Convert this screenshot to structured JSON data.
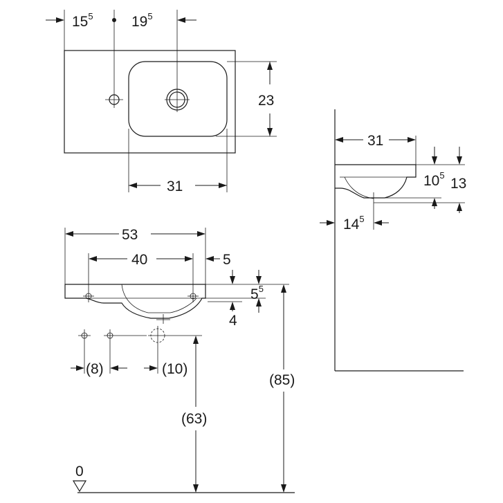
{
  "top_view": {
    "dim_left": {
      "main": "15",
      "sup": "5"
    },
    "dim_right": {
      "main": "19",
      "sup": "5"
    },
    "dim_height": "23",
    "dim_width": "31"
  },
  "side_view": {
    "dim_depth": "31",
    "dim_a": {
      "main": "10",
      "sup": "5"
    },
    "dim_b": "13",
    "dim_offset": {
      "main": "14",
      "sup": "5"
    }
  },
  "front_view": {
    "dim_total_width": "53",
    "dim_inner_width": "40",
    "dim_5": "5",
    "dim_55": {
      "main": "5",
      "sup": "5"
    },
    "dim_4": "4",
    "dim_8": "(8)",
    "dim_10": "(10)",
    "dim_63": "(63)",
    "dim_85": "(85)",
    "floor_label": "0"
  }
}
